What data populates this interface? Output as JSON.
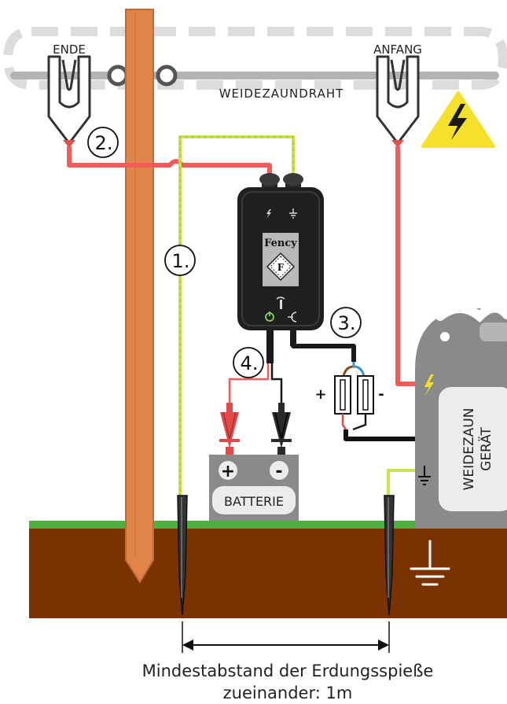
{
  "labels": {
    "end": "ENDE",
    "start": "ANFANG",
    "wire": "WEIDEZAUNDRAHT",
    "battery": "BATTERIE",
    "device_line1": "WEIDEZAUN",
    "device_line2": "GERÄT",
    "distance_line1": "Mindestabstand der Erdungsspieße",
    "distance_line2": "zueinander: 1m"
  },
  "device": {
    "brand": "Fency",
    "logo_letter": "F"
  },
  "steps": [
    {
      "number": "1."
    },
    {
      "number": "2."
    },
    {
      "number": "3."
    },
    {
      "number": "4."
    }
  ],
  "terminals": {
    "plus": "+",
    "minus": "-"
  },
  "battery_terminals": {
    "plus": "+",
    "minus": "-"
  },
  "colors": {
    "live_wire": "#f45b5b",
    "ground_wire": "#c8e64a",
    "grass": "#4caf3e",
    "soil": "#7a3300",
    "post": "#e0844a",
    "warning": "#f5e02a",
    "wire_gray": "#b3b3b3"
  }
}
